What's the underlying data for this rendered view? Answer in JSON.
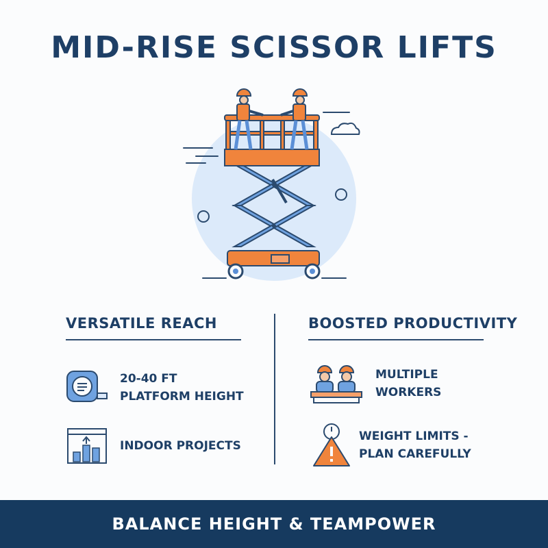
{
  "title": "MID-RISE SCISSOR LIFTS",
  "left_column": {
    "heading": "VERSATILE REACH",
    "items": [
      {
        "icon": "tape-measure-icon",
        "line1": "20-40 FT",
        "line2": "PLATFORM HEIGHT"
      },
      {
        "icon": "building-growth-icon",
        "line1": "INDOOR PROJECTS"
      }
    ]
  },
  "right_column": {
    "heading": "BOOSTED PRODUCTIVITY",
    "items": [
      {
        "icon": "workers-icon",
        "line1": "MULTIPLE",
        "line2": "WORKERS"
      },
      {
        "icon": "weight-warning-icon",
        "line1": "WEIGHT LIMITS -",
        "line2": "PLAN CAREFULLY"
      }
    ]
  },
  "footer": {
    "text": "BALANCE HEIGHT & TEAMPOWER"
  },
  "colors": {
    "navy": "#1e3f66",
    "blue": "#5b8fd6",
    "orange": "#f0843c",
    "light_blue": "#dceafa"
  }
}
